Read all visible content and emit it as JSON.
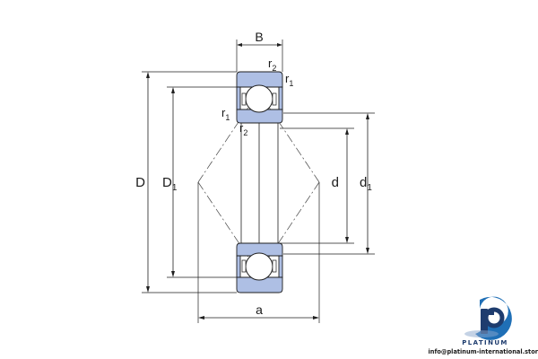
{
  "labels": {
    "B": "B",
    "r": "r",
    "sub1": "1",
    "sub2": "2",
    "D": "D",
    "D1_main": "D",
    "d": "d",
    "d1_main": "d",
    "a": "a"
  },
  "brand": {
    "name": "PLATINUM",
    "email": "info@platinum-international.store",
    "logo_icon": "platinum-p-logo-icon"
  },
  "colors": {
    "line": "#1f1f1f",
    "ring_fill": "#aebfe4",
    "ball_fill": "#ffffff",
    "brand_blue": "#1f6fb6",
    "brand_navy": "#1e3c6e"
  }
}
